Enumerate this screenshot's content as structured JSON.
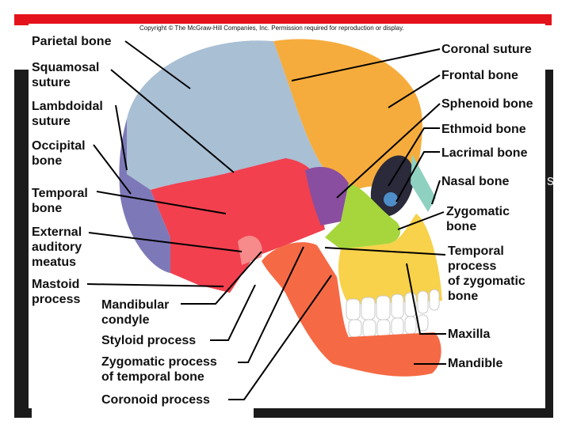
{
  "copyright": "Copyright © The McGraw-Hill Companies, Inc. Permission required for reproduction or display.",
  "background_letter": "s",
  "colors": {
    "parietal": "#a9bfd4",
    "occipital": "#7d79b8",
    "temporal": "#f2404f",
    "frontal": "#f6ac3c",
    "sphenoid": "#8a4ea0",
    "zygomatic": "#a6d63c",
    "maxilla": "#f7d24a",
    "mandible": "#f56a45",
    "nasal": "#8fd1c1",
    "accent_red": "#e4131b"
  },
  "labels": {
    "parietal_bone": "Parietal bone",
    "squamosal_suture": [
      "Squamosal",
      "suture"
    ],
    "lambdoidal_suture": [
      "Lambdoidal",
      "suture"
    ],
    "occipital_bone": [
      "Occipital",
      "bone"
    ],
    "temporal_bone": [
      "Temporal",
      "bone"
    ],
    "external_auditory_meatus": [
      "External",
      "auditory",
      "meatus"
    ],
    "mastoid_process": [
      "Mastoid",
      "process"
    ],
    "mandibular_condyle": [
      "Mandibular",
      "condyle"
    ],
    "styloid_process": "Styloid process",
    "zygomatic_process": [
      "Zygomatic process",
      "of temporal bone"
    ],
    "coronoid_process": "Coronoid process",
    "coronal_suture": "Coronal suture",
    "frontal_bone": "Frontal bone",
    "sphenoid_bone": "Sphenoid bone",
    "ethmoid_bone": "Ethmoid bone",
    "lacrimal_bone": "Lacrimal bone",
    "nasal_bone": "Nasal bone",
    "zygomatic_bone": [
      "Zygomatic",
      "bone"
    ],
    "temporal_process_of_zygomatic": [
      "Temporal",
      "process",
      "of zygomatic",
      "bone"
    ],
    "maxilla": "Maxilla",
    "mandible": "Mandible"
  }
}
